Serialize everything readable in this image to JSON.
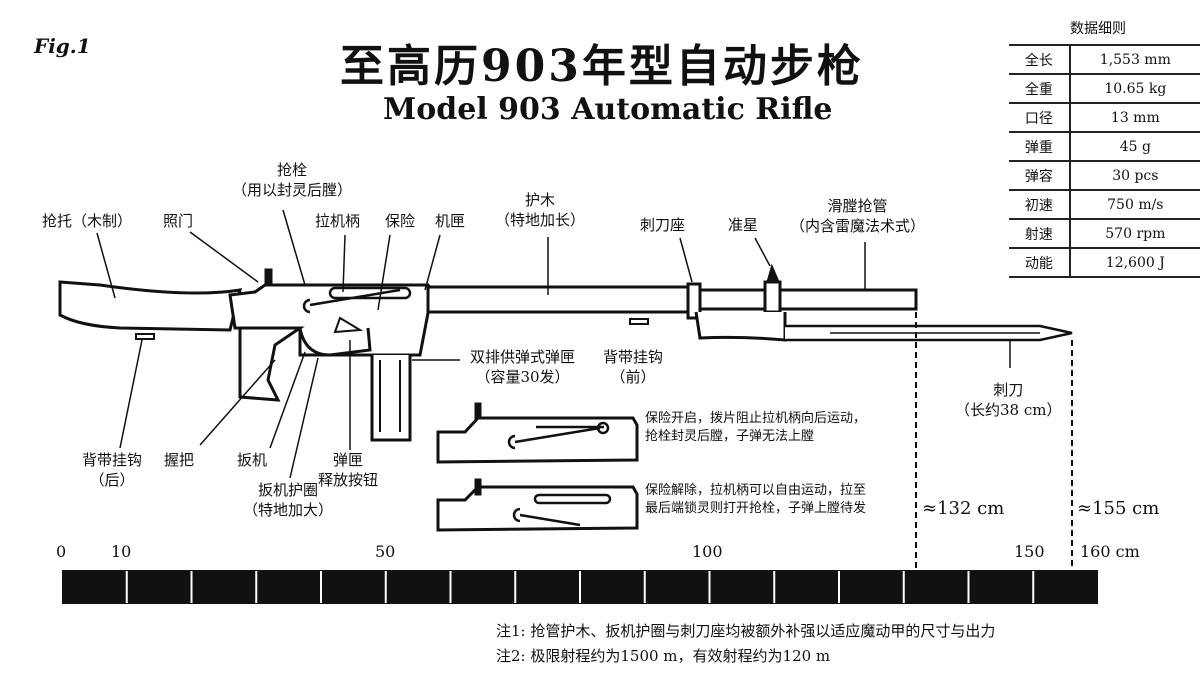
{
  "figure_label": "Fig.1",
  "title_cn": "至高历903年型自动步枪",
  "title_en": "Model 903 Automatic Rifle",
  "spec_table": {
    "title": "数据细则",
    "rows": [
      {
        "k": "全长",
        "v": "1,553 mm"
      },
      {
        "k": "全重",
        "v": "10.65 kg"
      },
      {
        "k": "口径",
        "v": "13 mm"
      },
      {
        "k": "弹重",
        "v": "45 g"
      },
      {
        "k": "弹容",
        "v": "30 pcs"
      },
      {
        "k": "初速",
        "v": "750 m/s"
      },
      {
        "k": "射速",
        "v": "570 rpm"
      },
      {
        "k": "动能",
        "v": "12,600 J"
      }
    ]
  },
  "labels": {
    "stock": "抢托（木制）",
    "rear_sight": "照门",
    "bolt": "抢栓",
    "bolt_note": "（用以封灵后膛）",
    "charging_handle": "拉机柄",
    "safety": "保险",
    "receiver": "机匣",
    "handguard": "护木",
    "handguard_note": "（特地加长）",
    "bayonet_mount": "刺刀座",
    "front_sight": "准星",
    "barrel": "滑膛抢管",
    "barrel_note": "（内含雷魔法术式）",
    "magazine": "双排供弹式弹匣",
    "magazine_note": "（容量30发）",
    "front_sling": "背带挂钩",
    "front_sling_note": "（前）",
    "rear_sling": "背带挂钩",
    "rear_sling_note": "（后）",
    "grip": "握把",
    "trigger": "扳机",
    "trigger_guard": "扳机护圈",
    "trigger_guard_note": "（特地加大）",
    "mag_release": "弹匣",
    "mag_release_2": "释放按钮",
    "bayonet": "刺刀",
    "bayonet_note": "（长约38 cm）",
    "len_rifle": "≈132 cm",
    "len_bayonet": "≈155 cm"
  },
  "safety_on": [
    "保险开启，拨片阻止拉机柄向后运动，",
    "抢栓封灵后膛，子弹无法上膛"
  ],
  "safety_off": [
    "保险解除，拉机柄可以自由运动，拉至",
    "最后端锁灵则打开抢栓，子弹上膛待发"
  ],
  "ruler": {
    "ticks": [
      "0",
      "10",
      "50",
      "100",
      "150",
      "160 cm"
    ],
    "max": 160
  },
  "notes": [
    "注1:  抢管护木、扳机护圈与刺刀座均被额外补强以适应魔动甲的尺寸与出力",
    "注2:  极限射程约为1500 m，有效射程约为120 m"
  ]
}
